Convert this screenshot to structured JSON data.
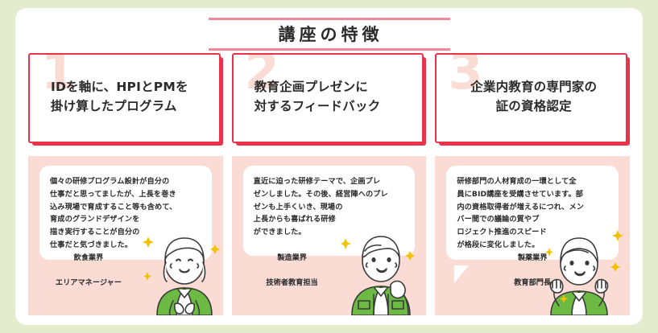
{
  "colors": {
    "page_background": "#e3eccd",
    "panel_background": "#ffffff",
    "accent_red": "#e8334a",
    "title_rule_pink": "#f4889a",
    "number_pink": "#fadcd5",
    "testimonial_panel_pink": "#fadcd5",
    "illustration_green": "#6cb944",
    "sparkle_yellow": "#f2c200"
  },
  "header": {
    "title": "講座の特徴"
  },
  "cards": [
    {
      "number": "1",
      "title_line_1": "IDを軸に、HPIとPMを",
      "title_line_2": "掛け算したプログラム",
      "testimonial": "個々の研修プログラム設計が自分の\n仕事だと思ってましたが、上長を巻き\n込み現場で育成すること等も含めて、\n育成のグランドデザインを\n描き実行することが自分の\n仕事だと気づきました。",
      "caption_line_1": "飲食業界",
      "caption_line_2": "エリアマネージャー",
      "illustration": "woman-green-jacket-hands-clasped"
    },
    {
      "number": "2",
      "title_line_1": "教育企画プレゼンに",
      "title_line_2": "対するフィードバック",
      "testimonial": "直近に迫った研修テーマで、企画プレ\nゼンしました。その後、経営陣へのプレ\nゼンも上手くいき、現場の\n上長からも喜ばれる研修\nができました。",
      "caption_line_1": "製造業界",
      "caption_line_2": "技術者教育担当",
      "illustration": "man-green-work-uniform-raised-fist"
    },
    {
      "number": "3",
      "title_line_1": "企業内教育の専門家の",
      "title_line_2": "証の資格認定",
      "testimonial": "研修部門の人材育成の一環として全\n員にBID講座を受講させています。部\n内の資格取得者が増えるにつれ、メン\nバー間での議論の質やプ\nロジェクト推進のスピード\nが格段に変化しました。",
      "caption_line_1": "製薬業界",
      "caption_line_2": "教育部門長",
      "illustration": "woman-green-jacket-hands-up-cheering"
    }
  ]
}
